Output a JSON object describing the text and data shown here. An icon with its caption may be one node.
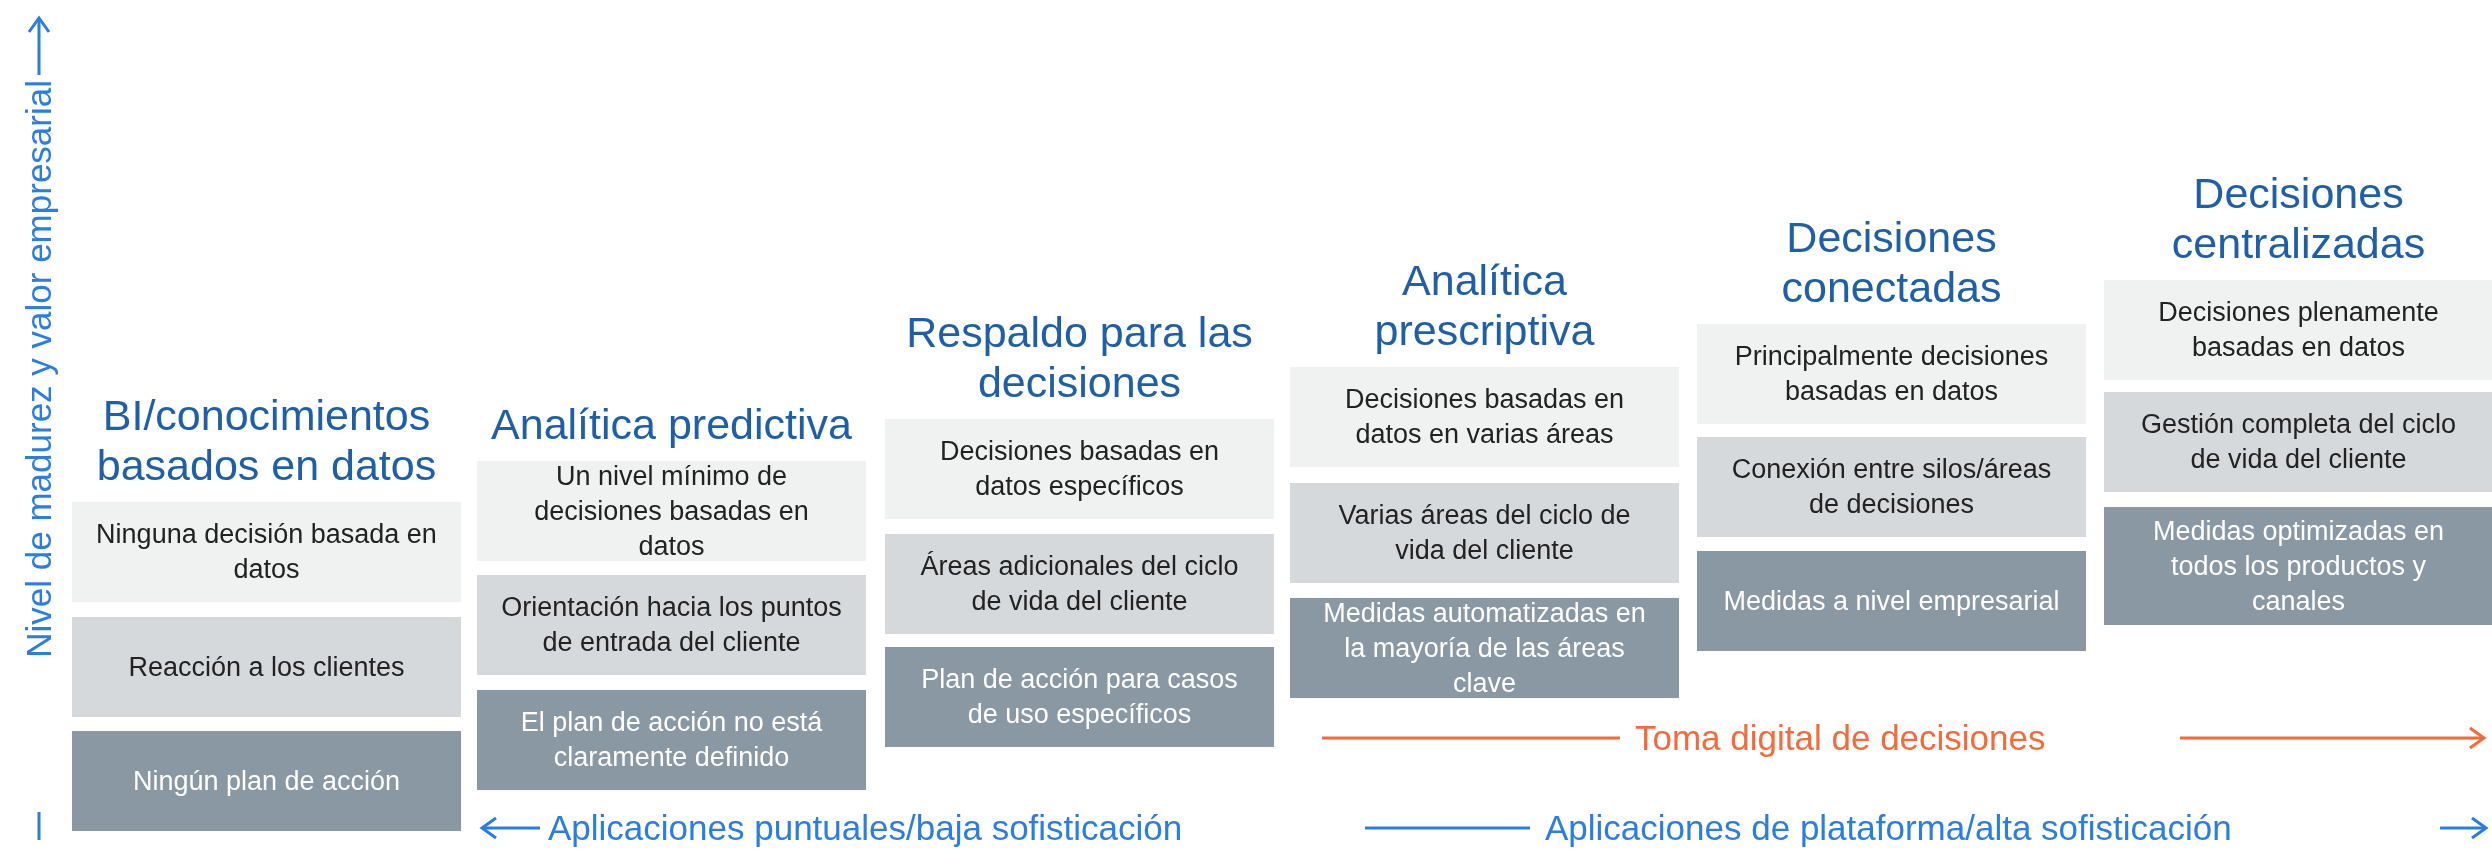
{
  "diagram": {
    "nodes": [
      {
        "text": [
          "BI/conocimientos basados en datos"
        ]
      },
      {
        "text": [
          "Ninguna decisión basada en datos"
        ],
        "in": 0
      },
      {
        "text": [
          "Reacción a los clientes"
        ],
        "in": 0
      },
      {
        "text": [
          "Ningún plan de acción"
        ],
        "in": 0
      },
      {
        "text": [
          "Analítica predictiva"
        ]
      },
      {
        "text": [
          "Un nivel mínimo de decisiones basadas en datos"
        ],
        "in": 4
      },
      {
        "text": [
          "Orientación hacia los puntos de entrada del cliente"
        ],
        "in": 4
      },
      {
        "text": [
          "El plan de acción no está claramente definido"
        ],
        "in": 4
      },
      {
        "text": [
          "Respaldo para las decisiones"
        ]
      },
      {
        "text": [
          "Decisiones basadas en datos específicos"
        ],
        "in": 8
      },
      {
        "text": [
          "Áreas adicionales del ciclo de vida del cliente"
        ],
        "in": 8
      },
      {
        "text": [
          "Plan de acción para casos de uso específicos"
        ],
        "in": 8
      },
      {
        "text": [
          "Analítica prescriptiva"
        ]
      },
      {
        "text": [
          "Decisiones basadas en datos en varias áreas"
        ],
        "in": 12
      },
      {
        "text": [
          "Varias áreas del ciclo de vida del cliente"
        ],
        "in": 12
      },
      {
        "text": [
          "Medidas automatizadas en la mayoría de las áreas clave"
        ],
        "in": 12
      },
      {
        "text": [
          "Decisiones conectadas"
        ]
      },
      {
        "text": [
          "Principalmente decisiones basadas en datos"
        ],
        "in": 16
      },
      {
        "text": [
          "Conexión entre silos/áreas de decisiones"
        ],
        "in": 16
      },
      {
        "text": [
          "Medidas a nivel empresarial"
        ],
        "in": 16
      },
      {
        "text": [
          "Decisiones centralizadas"
        ]
      },
      {
        "text": [
          "Decisiones plenamente basadas en datos"
        ],
        "in": 20
      },
      {
        "text": [
          "Gestión completa del ciclo de vida del cliente"
        ],
        "in": 20
      },
      {
        "text": [
          "Medidas optimizadas en todos los productos y canales"
        ],
        "in": 20
      }
    ],
    "labels": [
      "Nivel de madurez y valor empresarial",
      "Toma digital de decisiones",
      "Aplicaciones puntuales/baja sofisticación",
      "Aplicaciones de plataforma/alta sofisticación"
    ]
  }
}
